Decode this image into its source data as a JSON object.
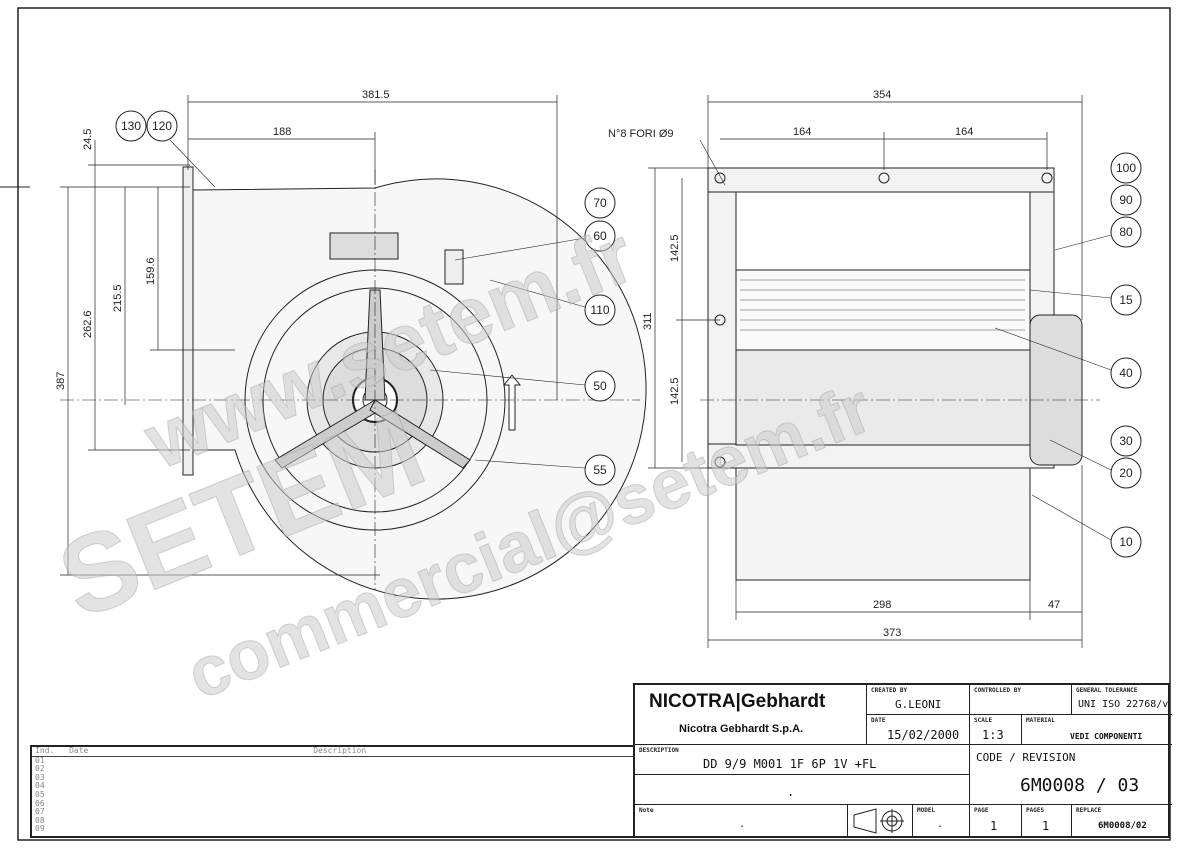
{
  "drawing": {
    "dimensions_left": [
      "381.5",
      "188",
      "24.5",
      "387",
      "262.6",
      "215.5",
      "159.6"
    ],
    "dimensions_right": [
      "354",
      "164",
      "164",
      "142.5",
      "142.5",
      "311",
      "298",
      "47",
      "373"
    ],
    "hole_note": "N°8 FORI Ø9",
    "balloons_left": [
      "130",
      "120",
      "70",
      "60",
      "110",
      "50",
      "55"
    ],
    "balloons_right": [
      "100",
      "90",
      "80",
      "15",
      "40",
      "30",
      "20",
      "10"
    ],
    "watermark": [
      "www.setem.fr",
      "SETEM",
      "commercial@setem.fr"
    ]
  },
  "title_block": {
    "logo": "NICOTRA|Gebhardt",
    "company": "Nicotra Gebhardt S.p.A.",
    "created_by_label": "CREATED BY",
    "created_by": "G.LEONI",
    "date_label": "DATE",
    "date": "15/02/2000",
    "controlled_by_label": "CONTROLLED BY",
    "controlled_by": "",
    "tolerance_label": "GENERAL TOLERANCE",
    "tolerance": "UNI ISO 22768/v",
    "scale_label": "SCALE",
    "scale": "1:3",
    "material_label": "MATERIAL",
    "material": "VEDI COMPONENTI",
    "description_label": "DESCRIPTION",
    "description": "DD 9/9 M001 1F 6P 1V +FL",
    "description2": ".",
    "code_label": "CODE / REVISION",
    "code": "6M0008 / 03",
    "note_label": "Note",
    "note": ".",
    "model_label": "MODEL",
    "model": ".",
    "page_label": "PAGE",
    "page": "1",
    "pages_label": "PAGES",
    "pages": "1",
    "replace_label": "REPLACE",
    "replace": "6M0008/02"
  },
  "revision_table": {
    "headers": [
      "Ind.",
      "Date",
      "Description"
    ],
    "rows": [
      "01",
      "02",
      "03",
      "04",
      "05",
      "06",
      "07",
      "08",
      "09"
    ]
  }
}
